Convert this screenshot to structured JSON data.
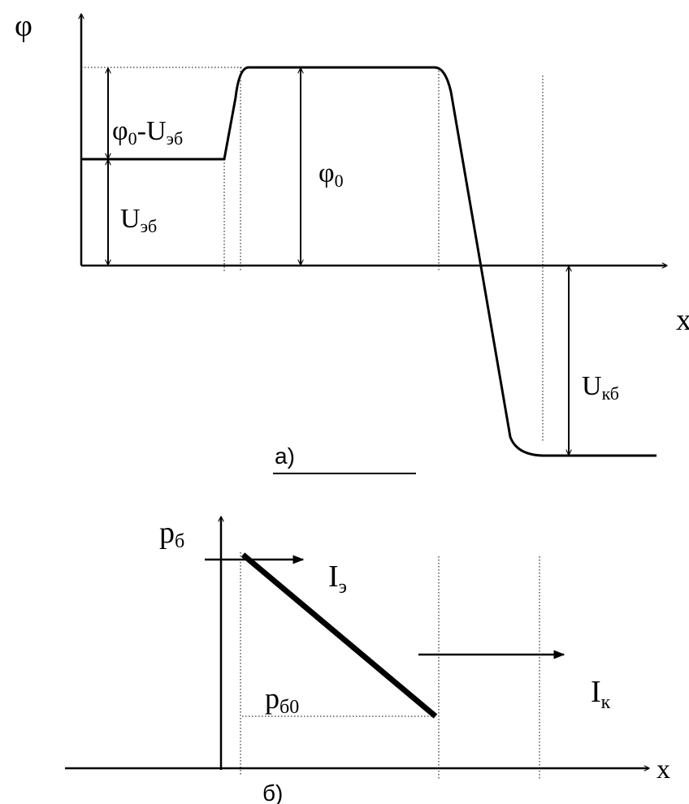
{
  "panel_a": {
    "caption": "а)",
    "y_axis_label": "φ",
    "x_axis_label": "x",
    "phi0_minus_label": "φ",
    "phi0_minus_label_sub": "0",
    "phi0_minus_label_dash": "-U",
    "phi0_minus_label_sub2": "эб",
    "ueb_label": "U",
    "ueb_label_sub": "эб",
    "phi0_label": "φ",
    "phi0_label_sub": "0",
    "ukb_label": "U",
    "ukb_label_sub": "кб"
  },
  "panel_b": {
    "caption": "б)",
    "y_axis_label": "p",
    "y_axis_label_sub": "б",
    "x_axis_label": "x",
    "emitter_current_label": "I",
    "emitter_current_label_sub": "э",
    "collector_current_label": "I",
    "collector_current_label_sub": "к",
    "pb0_label": "p",
    "pb0_label_sub": "б0"
  },
  "colors": {
    "line": "#000000",
    "background": "#ffffff"
  }
}
